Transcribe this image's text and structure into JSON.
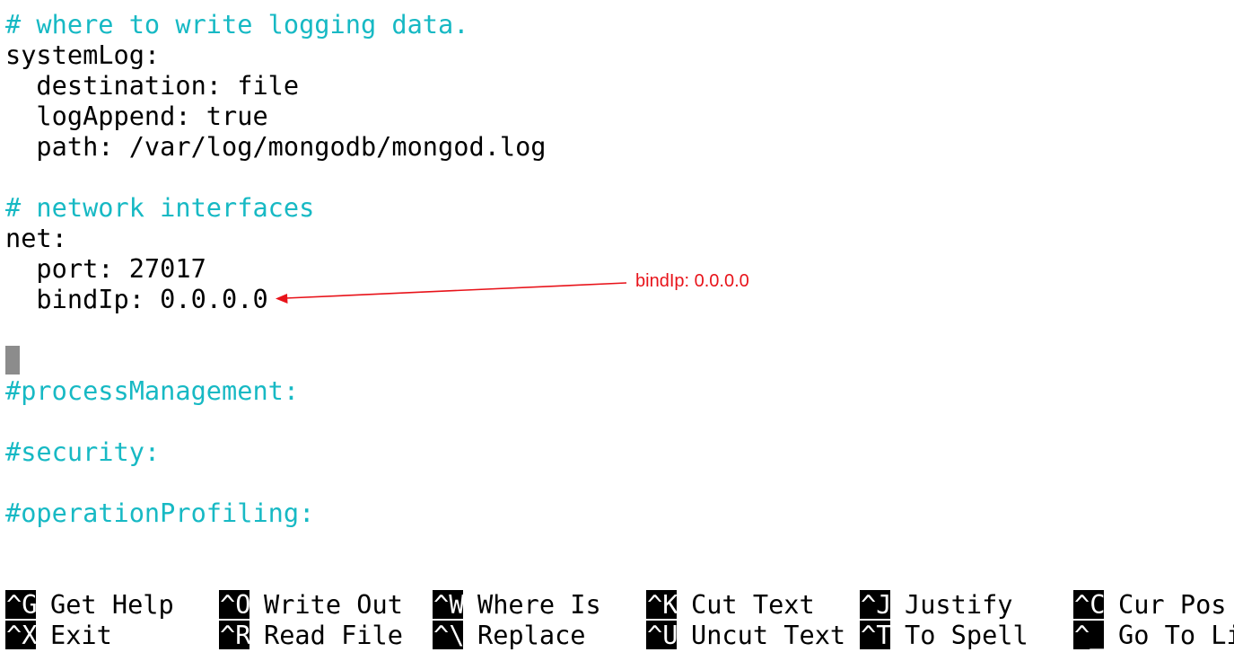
{
  "editor": {
    "lines": [
      {
        "text": "# where to write logging data.",
        "type": "comment"
      },
      {
        "text": "systemLog:",
        "type": "code"
      },
      {
        "text": "  destination: file",
        "type": "code"
      },
      {
        "text": "  logAppend: true",
        "type": "code"
      },
      {
        "text": "  path: /var/log/mongodb/mongod.log",
        "type": "code"
      },
      {
        "text": "",
        "type": "code"
      },
      {
        "text": "# network interfaces",
        "type": "comment"
      },
      {
        "text": "net:",
        "type": "code"
      },
      {
        "text": "  port: 27017",
        "type": "code"
      },
      {
        "text": "  bindIp: 0.0.0.0",
        "type": "code"
      },
      {
        "text": "",
        "type": "code"
      },
      {
        "text": "",
        "type": "cursor"
      },
      {
        "text": "#processManagement:",
        "type": "comment"
      },
      {
        "text": "",
        "type": "code"
      },
      {
        "text": "#security:",
        "type": "comment"
      },
      {
        "text": "",
        "type": "code"
      },
      {
        "text": "#operationProfiling:",
        "type": "comment"
      }
    ]
  },
  "annotation": {
    "label": "bindIp: 0.0.0.0",
    "color": "#e8131a"
  },
  "shortcuts": [
    {
      "key": "^G",
      "label": "Get Help"
    },
    {
      "key": "^X",
      "label": "Exit"
    },
    {
      "key": "^O",
      "label": "Write Out"
    },
    {
      "key": "^R",
      "label": "Read File"
    },
    {
      "key": "^W",
      "label": "Where Is"
    },
    {
      "key": "^\\",
      "label": "Replace"
    },
    {
      "key": "^K",
      "label": "Cut Text"
    },
    {
      "key": "^U",
      "label": "Uncut Text"
    },
    {
      "key": "^J",
      "label": "Justify"
    },
    {
      "key": "^T",
      "label": "To Spell"
    },
    {
      "key": "^C",
      "label": "Cur Pos"
    },
    {
      "key": "^_",
      "label": "Go To Line"
    }
  ],
  "colors": {
    "comment": "#17b9c4",
    "text": "#000000",
    "cursor": "#8c8c8c",
    "shortcut_key_bg": "#000000"
  }
}
